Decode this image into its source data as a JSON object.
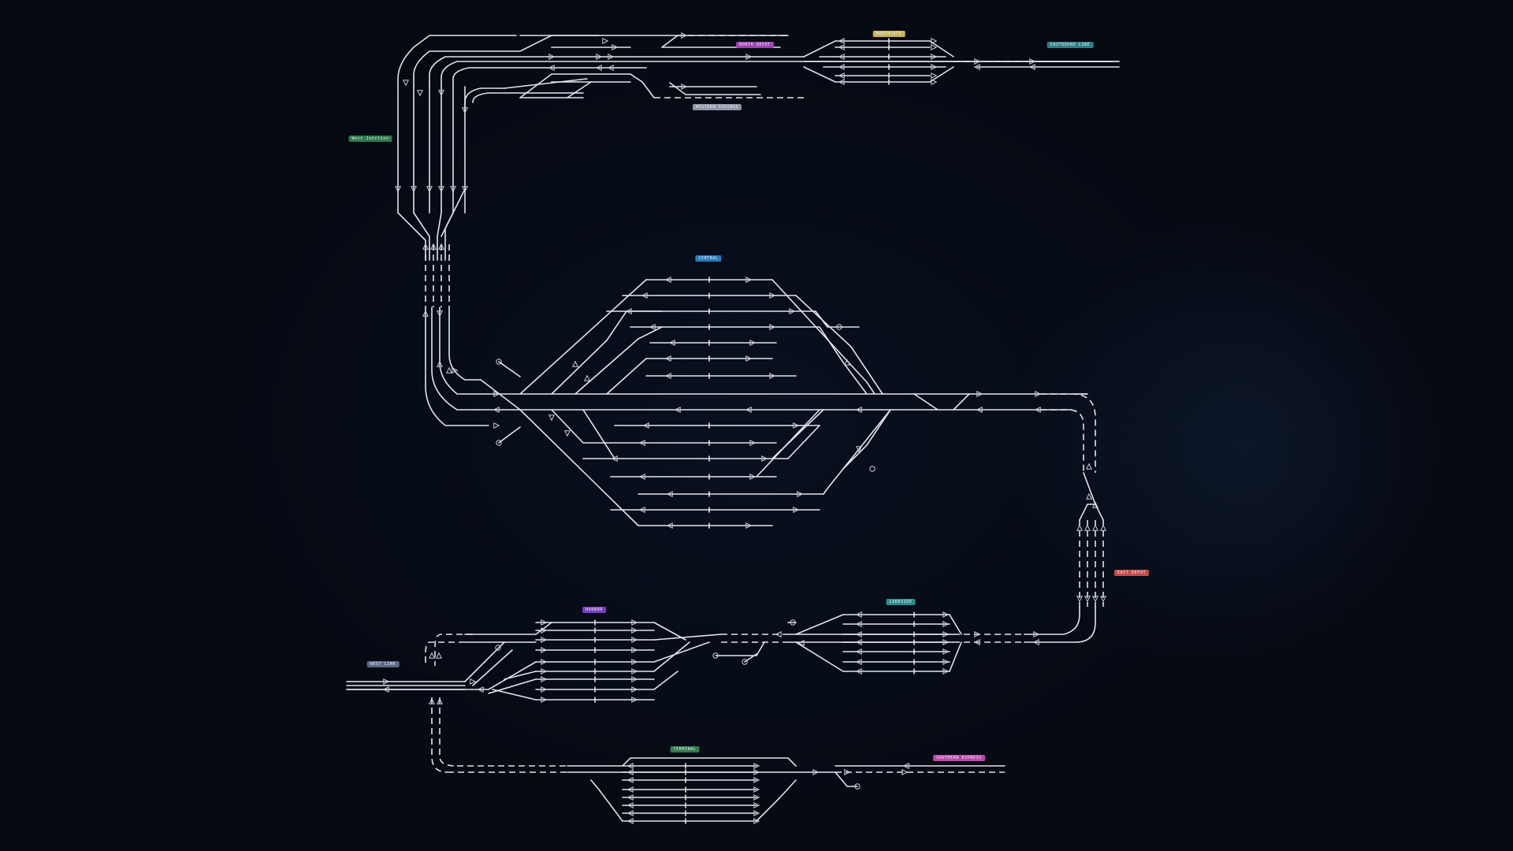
{
  "colors": {
    "background": "#060a14",
    "track": "#dfe4ec",
    "track_dim": "#b9c0cc"
  },
  "station_labels": [
    {
      "id": "north-yard",
      "text": "NORTHGATE",
      "color": "#c9b45a"
    },
    {
      "id": "north-east-line",
      "text": "EASTBOUND LINE",
      "color": "#2f7f86"
    },
    {
      "id": "north-platform",
      "text": "NORTH DEPOT",
      "color": "#a23fb4"
    },
    {
      "id": "north-siding",
      "text": "WESTERN SIDINGS",
      "color": "#8d96a6"
    },
    {
      "id": "west-branch",
      "text": "West Junction",
      "color": "#2f7a4c"
    },
    {
      "id": "central-hub",
      "text": "CENTRAL",
      "color": "#2a79b8"
    },
    {
      "id": "east-junction",
      "text": "EAST DEPOT",
      "color": "#c64a4a"
    },
    {
      "id": "south-yard-a",
      "text": "HARBOR",
      "color": "#7a3fc0"
    },
    {
      "id": "south-yard-b",
      "text": "LAKESIDE",
      "color": "#2d8a8a"
    },
    {
      "id": "south-west-link",
      "text": "WEST LINK",
      "color": "#5a6a86"
    },
    {
      "id": "south-terminal",
      "text": "TERMINAL",
      "color": "#2f7a4c"
    },
    {
      "id": "south-east-line",
      "text": "SOUTHERN EXPRESS",
      "color": "#b94aa8"
    }
  ]
}
